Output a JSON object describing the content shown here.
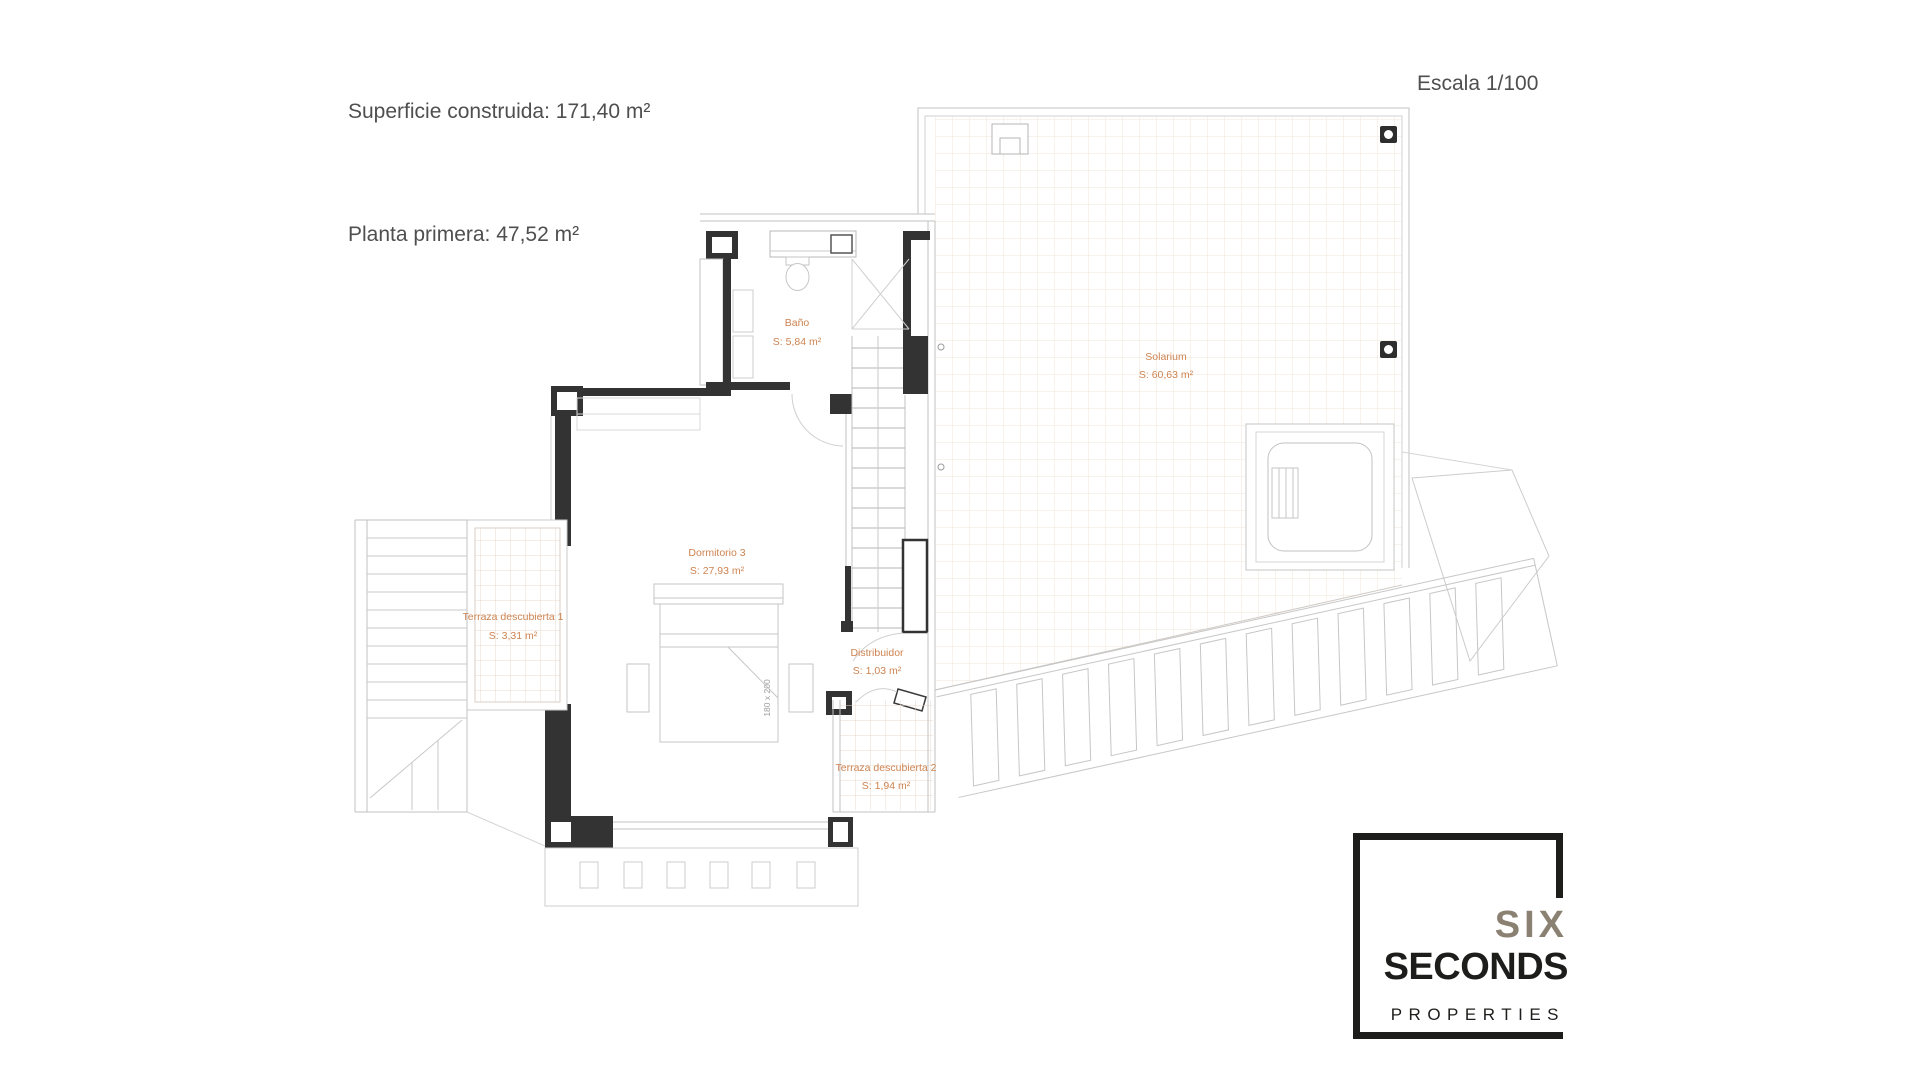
{
  "page": {
    "superficie_label": "Superficie construida: 171,40 m²",
    "planta_label": "Planta primera: 47,52 m²",
    "escala_label": "Escala 1/100"
  },
  "rooms": [
    {
      "name": "Baño",
      "area": "S: 5,84 m²"
    },
    {
      "name": "Solarium",
      "area": "S: 60,63 m²"
    },
    {
      "name": "Dormitorio 3",
      "area": "S: 27,93 m²"
    },
    {
      "name": "Terraza descubierta 1",
      "area": "S: 3,31 m²"
    },
    {
      "name": "Distribuidor",
      "area": "S: 1,03 m²"
    },
    {
      "name": "Terraza descubierta 2",
      "area": "S: 1,94 m²"
    }
  ],
  "furniture": {
    "bed_dimensions": "180 x 200"
  },
  "logo": {
    "six": "SIX",
    "seconds": "SECONDS",
    "properties": "PROPERTIES"
  },
  "colors": {
    "accent": "#cd8350",
    "wall": "#333333",
    "line": "#c2c2c2",
    "text": "#4f4f4f",
    "logo-taupe": "#8b8173",
    "logo-black": "#1d1d1b"
  }
}
